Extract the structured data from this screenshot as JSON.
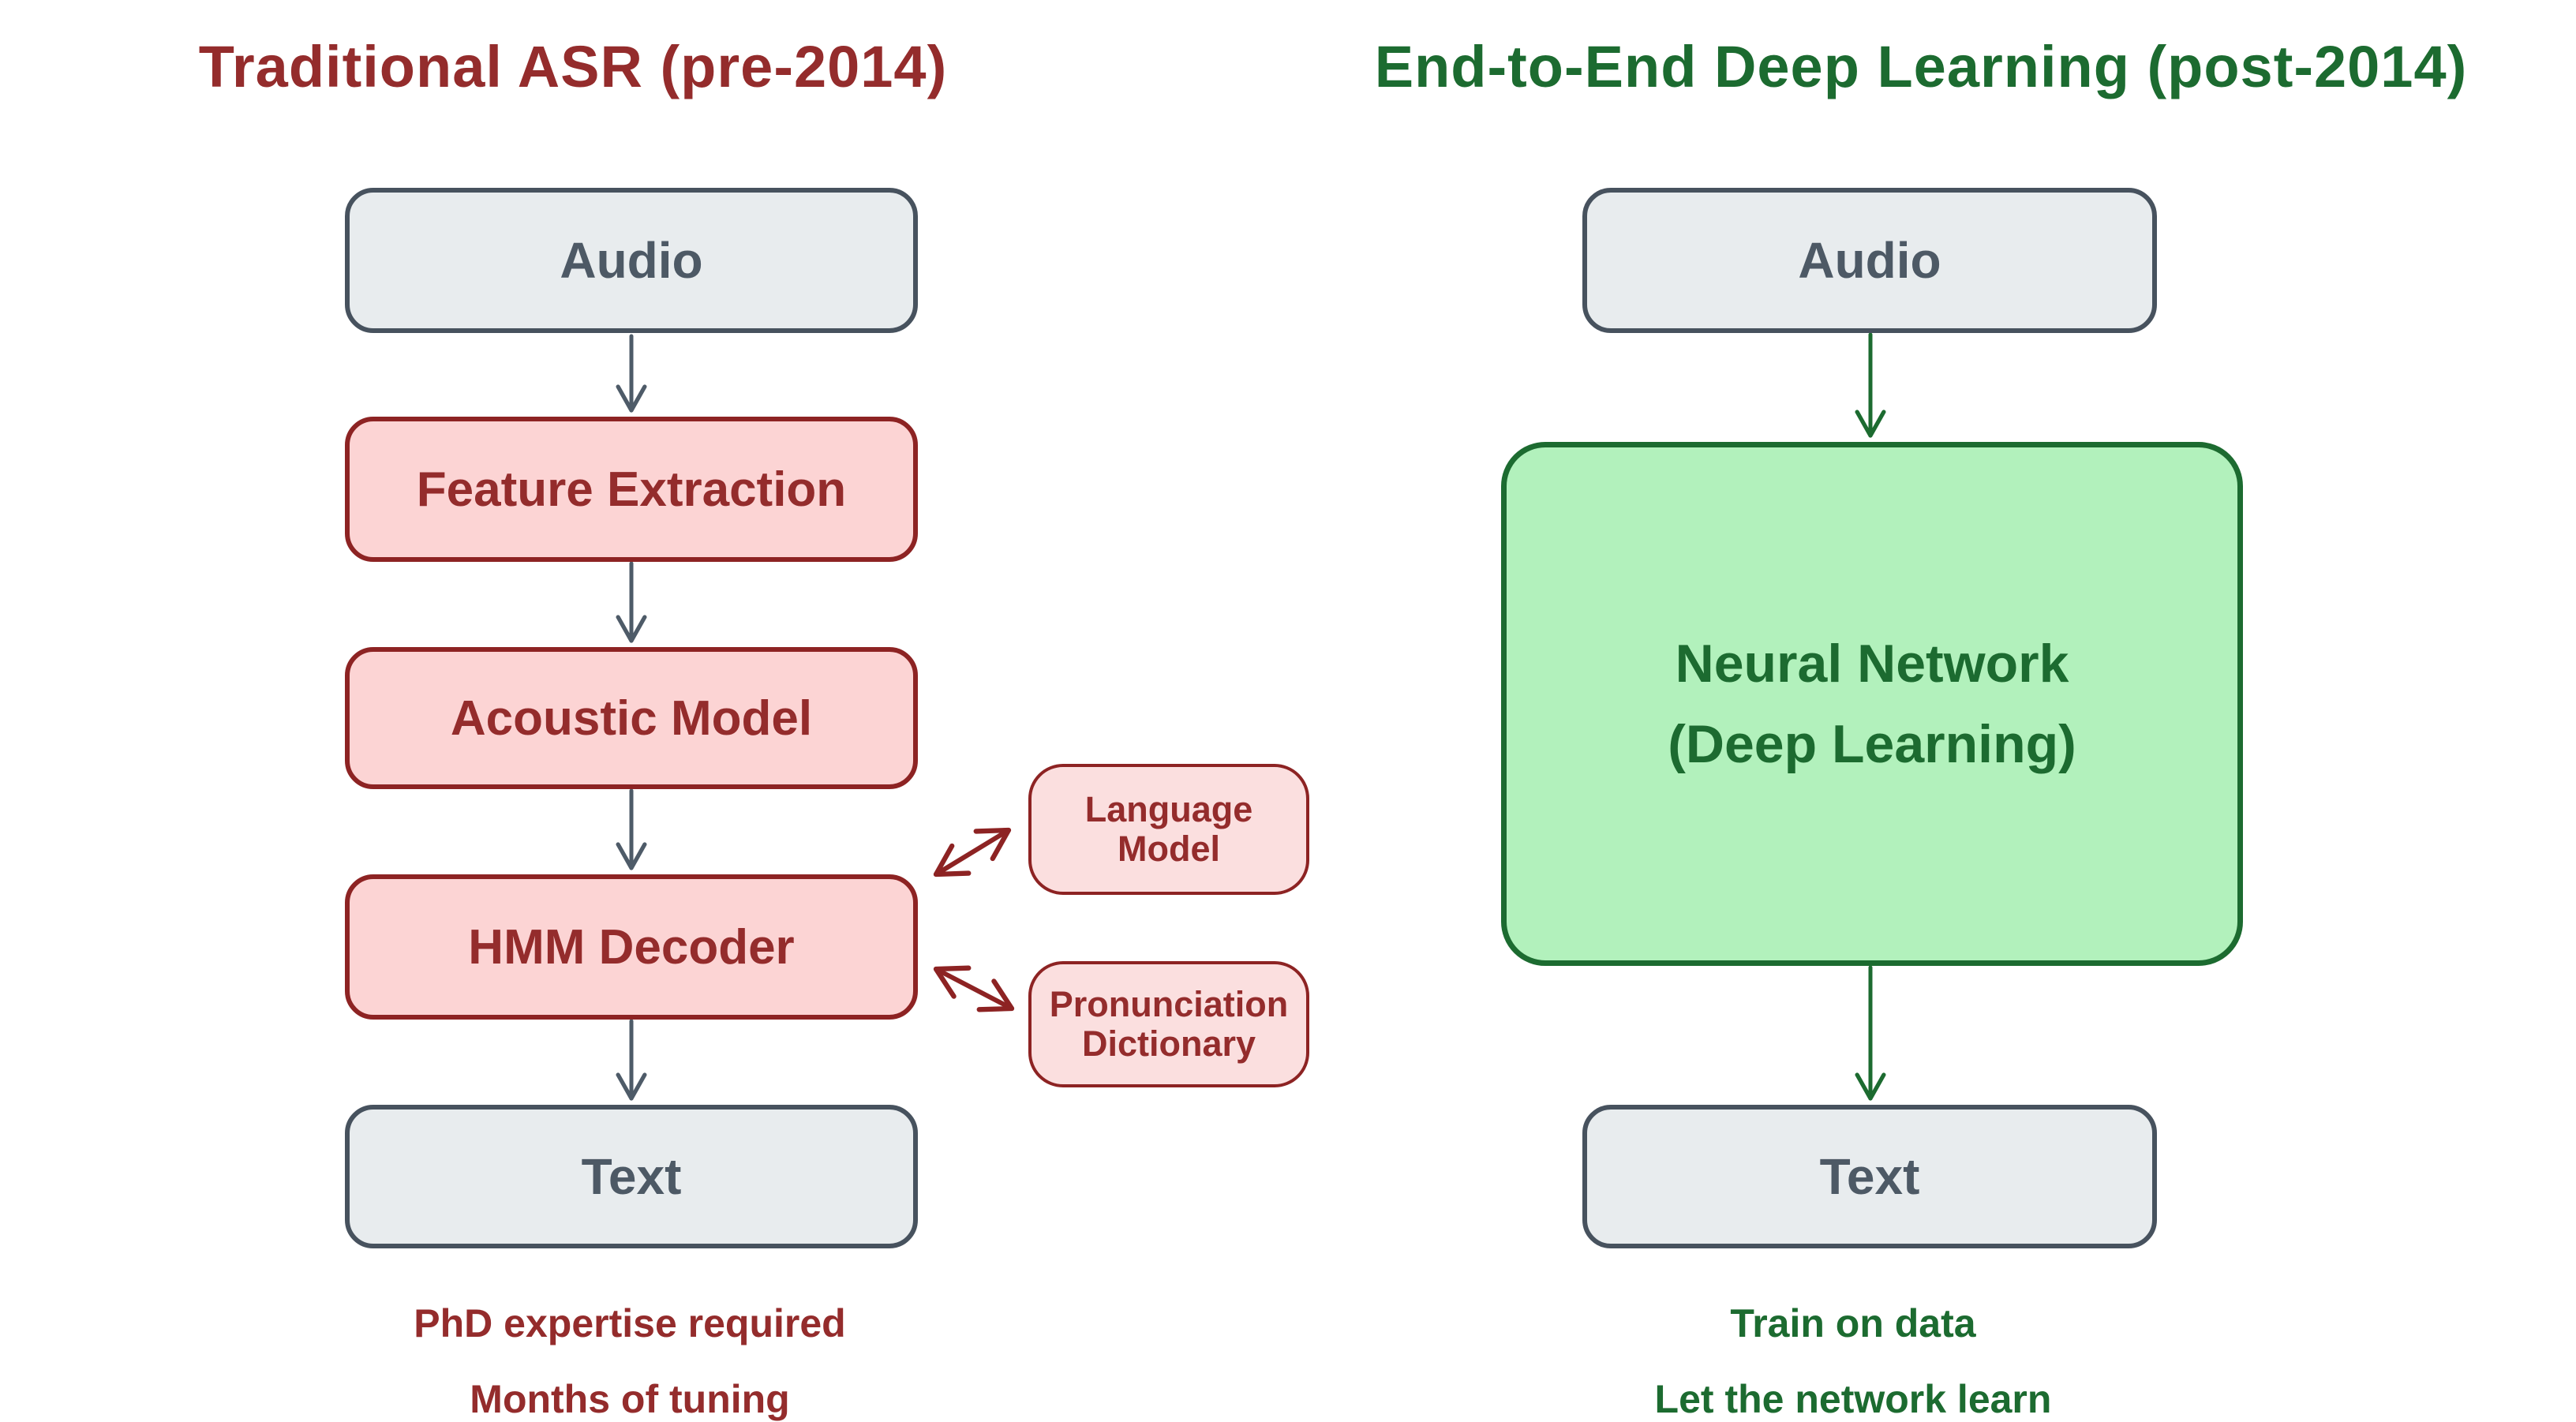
{
  "colors": {
    "red_accent": "#8d2323",
    "red_text": "#942c2c",
    "pink_fill": "#fcd4d4",
    "pink_fill_light": "#fbdfdf",
    "green_accent": "#1c6b30",
    "green_fill": "#b2f1bc",
    "slate_accent": "#47525e",
    "slate_text": "#4d5965",
    "gray_fill": "#e8ecee"
  },
  "left_panel": {
    "title": "Traditional ASR (pre-2014)",
    "nodes": {
      "audio": "Audio",
      "feature_extraction": "Feature Extraction",
      "acoustic_model": "Acoustic Model",
      "hmm_decoder": "HMM Decoder",
      "text": "Text"
    },
    "side_nodes": {
      "language_model": {
        "line1": "Language",
        "line2": "Model"
      },
      "pronunciation_dictionary": {
        "line1": "Pronunciation",
        "line2": "Dictionary"
      }
    },
    "caption_line1": "PhD expertise required",
    "caption_line2": "Months of tuning"
  },
  "right_panel": {
    "title": "End-to-End Deep Learning (post-2014)",
    "nodes": {
      "audio": "Audio",
      "neural_network": {
        "line1": "Neural Network",
        "line2": "(Deep Learning)"
      },
      "text": "Text"
    },
    "caption_line1": "Train on data",
    "caption_line2": "Let the network learn"
  }
}
